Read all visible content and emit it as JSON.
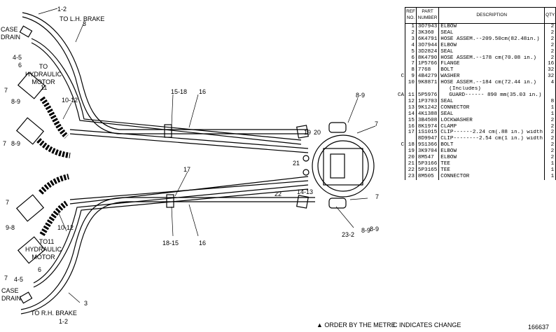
{
  "diagram": {
    "labels": {
      "to_lh_brake": "TO L.H. BRAKE",
      "to_rh_brake": "TO R.H. BRAKE",
      "case_drain_top": "CASE DRAIN",
      "case_drain_bottom": "CASE DRAIN",
      "to_hyd_motor_top": "TO HYDRAULIC MOTOR",
      "to_hyd_motor_bottom": "TO HYDRAULIC MOTOR"
    },
    "callouts": [
      "1-2",
      "3",
      "4-5",
      "6",
      "7",
      "8-9",
      "11",
      "10-12",
      "7",
      "8-9",
      "15-18",
      "16",
      "8-9",
      "7",
      "19",
      "20",
      "21",
      "22",
      "14-13",
      "7",
      "17",
      "8-9",
      "7",
      "9-8",
      "10-12",
      "11",
      "6",
      "7",
      "4-5",
      "3",
      "1-2",
      "18-15",
      "16",
      "23-2",
      "8-9"
    ]
  },
  "table": {
    "headers": {
      "ref": "REF NO.",
      "part": "PART NUMBER",
      "desc": "DESCRIPTION",
      "qty": "QTY"
    },
    "rows": [
      {
        "c": "",
        "no": "1",
        "part": "3O7943",
        "desc": "ELBOW",
        "qty": "2"
      },
      {
        "c": "",
        "no": "2",
        "part": "3K360",
        "desc": "SEAL",
        "qty": "2"
      },
      {
        "c": "",
        "no": "3",
        "part": "6K4791",
        "desc": "HOSE ASSEM.--209.50cm(82.48in.)",
        "qty": "2"
      },
      {
        "c": "",
        "no": "4",
        "part": "3O7944",
        "desc": "ELBOW",
        "qty": "2"
      },
      {
        "c": "",
        "no": "5",
        "part": "3D2824",
        "desc": "SEAL",
        "qty": "2"
      },
      {
        "c": "",
        "no": "6",
        "part": "8K4790",
        "desc": "HOSE ASSEM.--178 cm(70.08 in.)",
        "qty": "2"
      },
      {
        "c": "",
        "no": "7",
        "part": "1P5766",
        "desc": "FLANGE",
        "qty": "16"
      },
      {
        "c": "",
        "no": "8",
        "part": "7768",
        "desc": "BOLT",
        "qty": "32"
      },
      {
        "c": "C",
        "no": "9",
        "part": "4B4279",
        "desc": "WASHER",
        "qty": "32"
      },
      {
        "c": "",
        "no": "10",
        "part": "9K8871",
        "desc": "HOSE ASSEM.--184 cm(72.44 in.)",
        "qty": "4"
      },
      {
        "c": "",
        "no": "",
        "part": "",
        "desc": "(Includes)",
        "qty": "",
        "sub": true
      },
      {
        "c": "CA",
        "no": "11",
        "part": "5P5976",
        "desc": "GUARD------ 890 mm(35.03 in.)",
        "qty": "",
        "sub": true
      },
      {
        "c": "",
        "no": "12",
        "part": "1P3703",
        "desc": "SEAL",
        "qty": "8"
      },
      {
        "c": "",
        "no": "13",
        "part": "9K1242",
        "desc": "CONNECTOR",
        "qty": "1"
      },
      {
        "c": "",
        "no": "14",
        "part": "4K1388",
        "desc": "SEAL",
        "qty": "1"
      },
      {
        "c": "",
        "no": "15",
        "part": "3B4508",
        "desc": "LOCKWASHER",
        "qty": "2"
      },
      {
        "c": "",
        "no": "16",
        "part": "8K1974",
        "desc": "CLAMP",
        "qty": "2"
      },
      {
        "c": "",
        "no": "17",
        "part": "1S1015",
        "desc": "CLIP------2.24 cm(.88 in.) width",
        "qty": "2"
      },
      {
        "c": "",
        "no": "",
        "part": "8D9947",
        "desc": "CLIP--------2.54 cm(1 in.) width",
        "qty": "2"
      },
      {
        "c": "C",
        "no": "18",
        "part": "9S1366",
        "desc": "BOLT",
        "qty": "2"
      },
      {
        "c": "",
        "no": "19",
        "part": "3K9704",
        "desc": "ELBOW",
        "qty": "2"
      },
      {
        "c": "",
        "no": "20",
        "part": "8M547",
        "desc": "ELBOW",
        "qty": "2"
      },
      {
        "c": "",
        "no": "21",
        "part": "5P3166",
        "desc": "TEE",
        "qty": "1"
      },
      {
        "c": "",
        "no": "22",
        "part": "5P3165",
        "desc": "TEE",
        "qty": "1"
      },
      {
        "c": "",
        "no": "23",
        "part": "8M505",
        "desc": "CONNECTOR",
        "qty": "1"
      }
    ]
  },
  "footer": {
    "order_note": "▲ ORDER BY THE METRE",
    "change_note": "C INDICATES CHANGE",
    "illustration_no": "166637"
  }
}
